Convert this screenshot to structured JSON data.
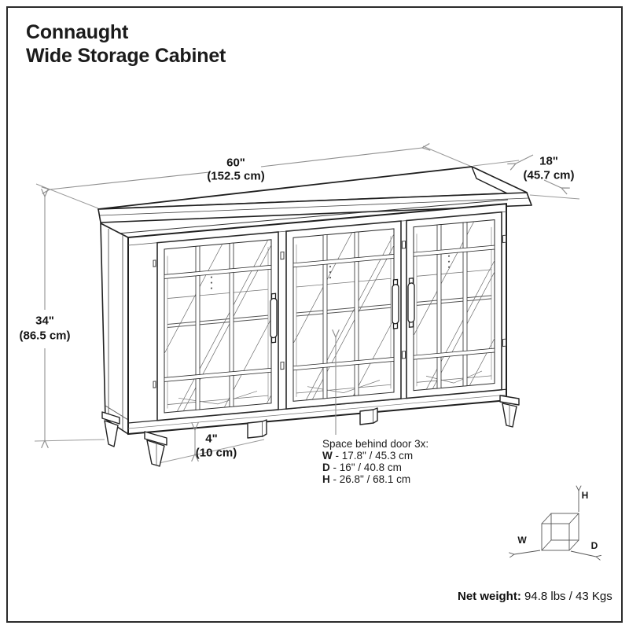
{
  "title": {
    "line1": "Connaught",
    "line2": "Wide Storage Cabinet"
  },
  "dimensions": {
    "width": {
      "inches": "60\"",
      "cm": "(152.5 cm)"
    },
    "depth": {
      "inches": "18\"",
      "cm": "(45.7 cm)"
    },
    "height": {
      "inches": "34\"",
      "cm": "(86.5 cm)"
    },
    "leg_height": {
      "inches": "4\"",
      "cm": "(10 cm)"
    }
  },
  "space_behind_door": {
    "heading": "Space behind door 3x:",
    "rows": [
      {
        "label": "W",
        "value": " - 17.8\" / 45.3 cm"
      },
      {
        "label": "D",
        "value": " - 16\" / 40.8 cm"
      },
      {
        "label": "H",
        "value": " - 26.8\" / 68.1 cm"
      }
    ]
  },
  "orientation_cube": {
    "height_label": "H",
    "width_label": "W",
    "depth_label": "D"
  },
  "net_weight": {
    "label": "Net weight:",
    "value": " 94.8 lbs / 43 Kgs"
  }
}
